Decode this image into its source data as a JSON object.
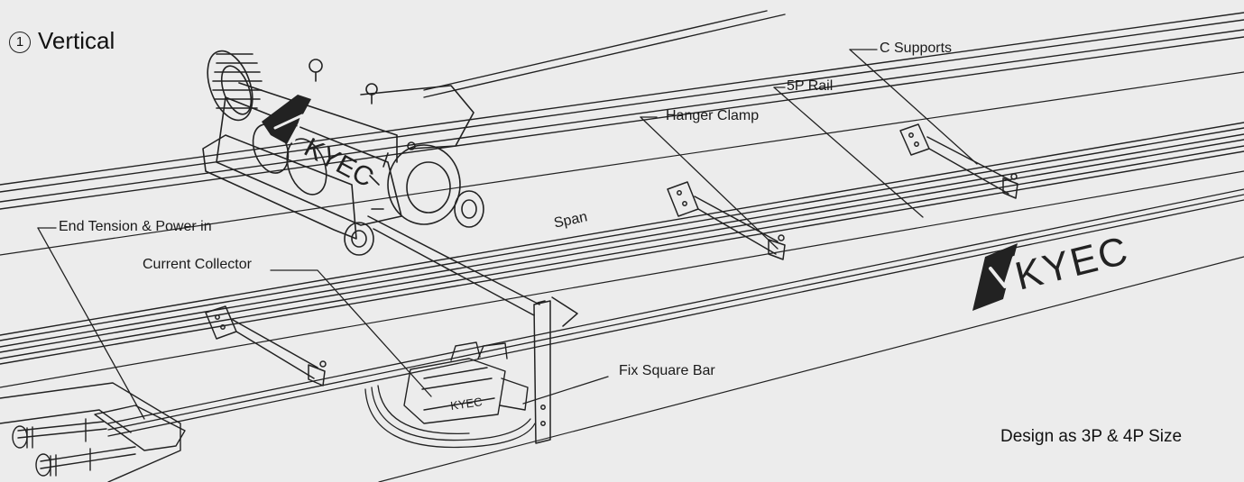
{
  "title": {
    "number": "1",
    "text": "Vertical"
  },
  "labels": {
    "c_supports": "C Supports",
    "rail": "5P Rail",
    "hanger_clamp": "Hanger Clamp",
    "end_tension": "End Tension & Power in",
    "span": "Span",
    "current_collector": "Current Collector",
    "fix_square_bar": "Fix Square Bar"
  },
  "logo": {
    "brand": "KYEC",
    "monogram": "K"
  },
  "design_note": "Design as 3P & 4P Size",
  "colors": {
    "background": "#ececec",
    "line": "#222222",
    "text": "#1a1a1a"
  }
}
